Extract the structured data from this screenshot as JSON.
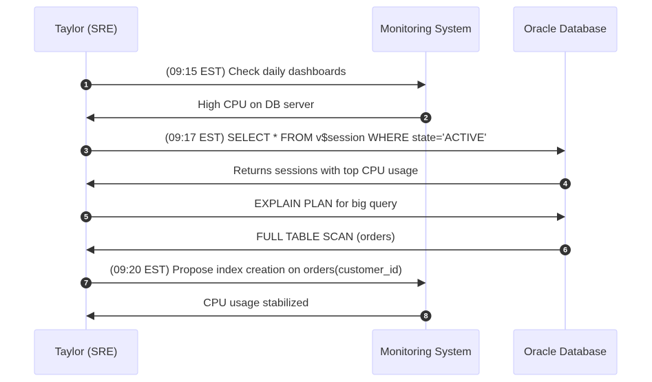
{
  "participants": [
    {
      "id": "sre",
      "label": "Taylor (SRE)"
    },
    {
      "id": "mon",
      "label": "Monitoring System"
    },
    {
      "id": "db",
      "label": "Oracle Database"
    }
  ],
  "messages": [
    {
      "seq": "1",
      "from": "sre",
      "to": "mon",
      "text": "(09:15 EST) Check daily dashboards"
    },
    {
      "seq": "2",
      "from": "mon",
      "to": "sre",
      "text": "High CPU on DB server"
    },
    {
      "seq": "3",
      "from": "sre",
      "to": "db",
      "text": "(09:17 EST) SELECT * FROM v$session WHERE state='ACTIVE'"
    },
    {
      "seq": "4",
      "from": "db",
      "to": "sre",
      "text": "Returns sessions with top CPU usage"
    },
    {
      "seq": "5",
      "from": "sre",
      "to": "db",
      "text": "EXPLAIN PLAN for big query"
    },
    {
      "seq": "6",
      "from": "db",
      "to": "sre",
      "text": "FULL TABLE SCAN (orders)"
    },
    {
      "seq": "7",
      "from": "sre",
      "to": "mon",
      "text": "(09:20 EST) Propose index creation on orders(customer_id)"
    },
    {
      "seq": "8",
      "from": "mon",
      "to": "sre",
      "text": "CPU usage stabilized"
    }
  ]
}
